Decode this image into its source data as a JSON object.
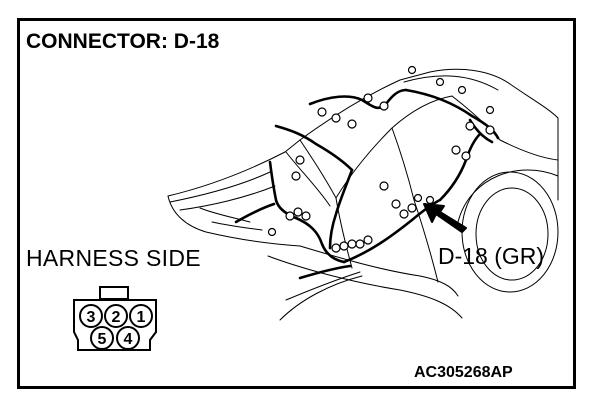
{
  "title": "CONNECTOR: D-18",
  "harness_side_label": "HARNESS SIDE",
  "connector_callout": "D-18 (GR)",
  "figure_code": "AC305268AP",
  "connector_pins": {
    "top_row": [
      "3",
      "2",
      "1"
    ],
    "bottom_row": [
      "5",
      "4"
    ]
  },
  "icons": [
    "car-body-outline-icon",
    "wiring-harness-icon",
    "pointer-arrow-icon",
    "connector-face-icon"
  ],
  "colors": {
    "line": "#000000",
    "background": "#ffffff"
  }
}
